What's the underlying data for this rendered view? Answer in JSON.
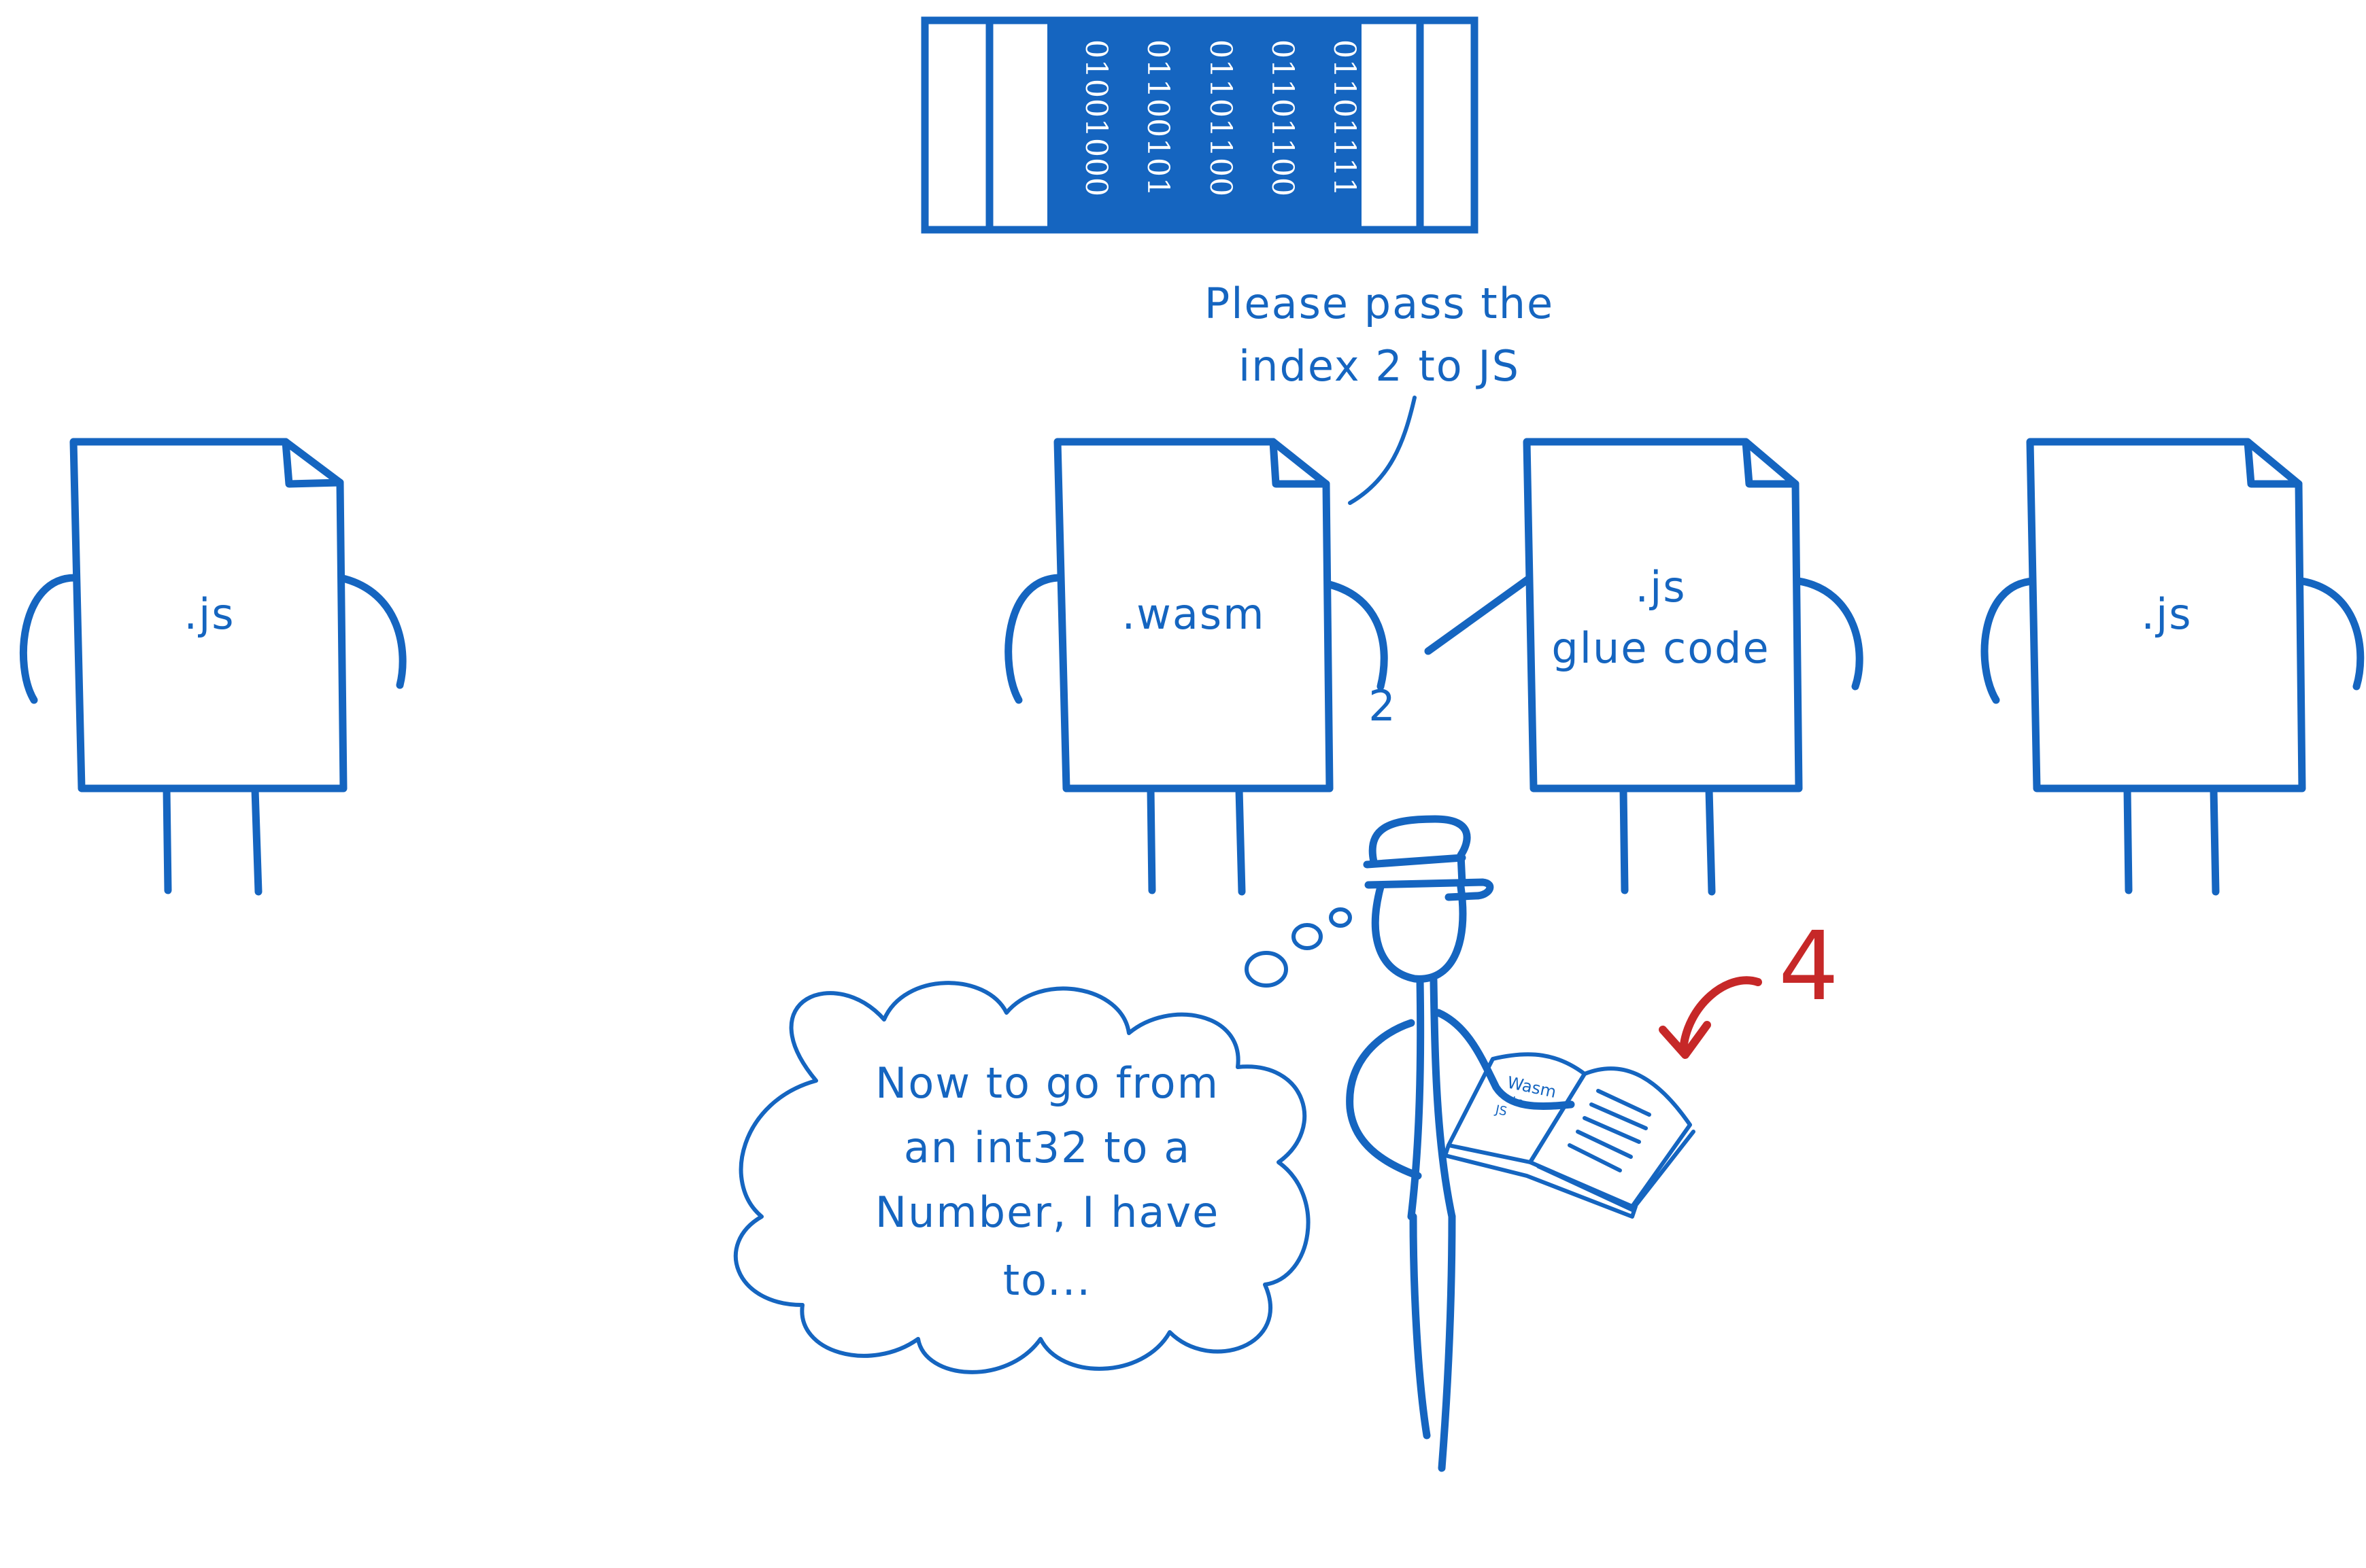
{
  "memory": {
    "bytes": [
      "01001000",
      "01100101",
      "01101100",
      "01101100",
      "01101111"
    ]
  },
  "characters": {
    "left_js": ".js",
    "wasm": ".wasm",
    "glue_line1": ".js",
    "glue_line2": "glue code",
    "right_js": ".js"
  },
  "speech": {
    "line1": "Please pass the",
    "line2": "index 2 to JS"
  },
  "passed_value": "2",
  "thought": {
    "line1": "Now to go from",
    "line2": "an int32 to a",
    "line3": "Number, I have",
    "line4": "to..."
  },
  "book": {
    "page_text1": "Wasm",
    "page_text2": "to",
    "page_text3": "JS"
  },
  "step_number": "4",
  "colors": {
    "ink": "#1565c0",
    "accent": "#c62828",
    "background": "#ffffff"
  }
}
